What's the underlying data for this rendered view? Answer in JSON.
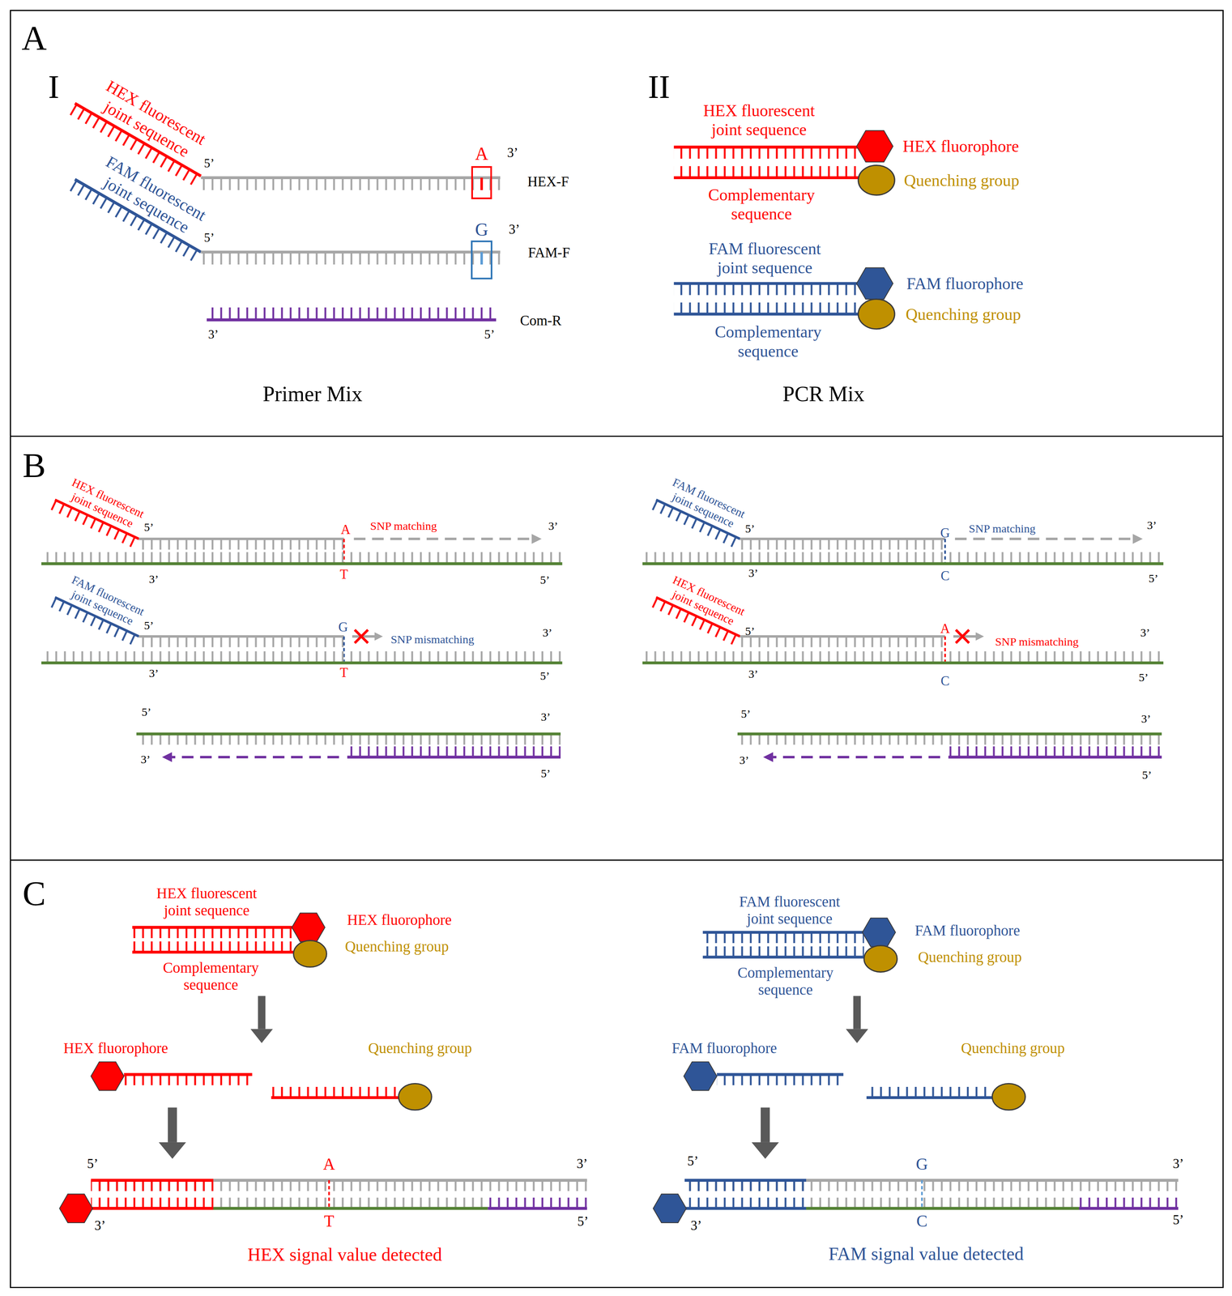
{
  "diagram": {
    "nodes": [
      {
        "text": [
          "A"
        ]
      },
      {
        "text": [
          "B"
        ]
      },
      {
        "text": [
          "C"
        ]
      }
    ],
    "labels": [
      "I",
      "HEX fluorescent joint sequence",
      "5’",
      "A",
      "3’",
      "HEX-F",
      "FAM fluorescent joint sequence",
      "5’",
      "G",
      "3’",
      "FAM-F",
      "3’",
      "5’",
      "Com-R",
      "Primer Mix",
      "II",
      "HEX fluorescent joint sequence",
      "HEX fluorophore",
      "Quenching group",
      "Complementary sequence",
      "FAM fluorescent joint sequence",
      "FAM fluorophore",
      "Quenching group",
      "Complementary sequence",
      "PCR Mix",
      "HEX fluorescent joint sequence",
      "5’",
      "A",
      "SNP matching",
      "3’",
      "3’",
      "T",
      "5’",
      "FAM fluorescent joint sequence",
      "5’",
      "G",
      "SNP mismatching",
      "3’",
      "3’",
      "T",
      "5’",
      "5’",
      "3’",
      "3’",
      "5’",
      "FAM fluorescent joint sequence",
      "5’",
      "G",
      "SNP matching",
      "3’",
      "3’",
      "C",
      "5’",
      "HEX fluorescent joint sequence",
      "5’",
      "A",
      "SNP mismatching",
      "3’",
      "3’",
      "C",
      "5’",
      "5’",
      "3’",
      "3’",
      "5’",
      "HEX fluorescent joint sequence",
      "HEX fluorophore",
      "Quenching group",
      "Complementary sequence",
      "HEX fluorophore",
      "Quenching group",
      "5’",
      "A",
      "3’",
      "3’",
      "T",
      "5’",
      "HEX signal value detected",
      "FAM fluorescent joint sequence",
      "FAM fluorophore",
      "Quenching group",
      "Complementary sequence",
      "FAM fluorophore",
      "Quenching group",
      "5’",
      "G",
      "3’",
      "3’",
      "C",
      "5’",
      "FAM signal value detected"
    ]
  }
}
